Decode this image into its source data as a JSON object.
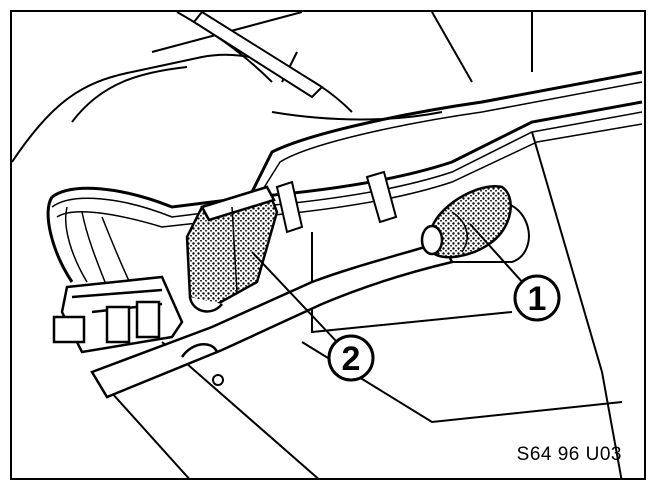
{
  "figure": {
    "reference_code": "S64 96 U03",
    "callouts": [
      {
        "number": "1",
        "target": "grommet"
      },
      {
        "number": "2",
        "target": "connector"
      }
    ],
    "colors": {
      "ink": "#000000",
      "paper": "#ffffff"
    }
  }
}
